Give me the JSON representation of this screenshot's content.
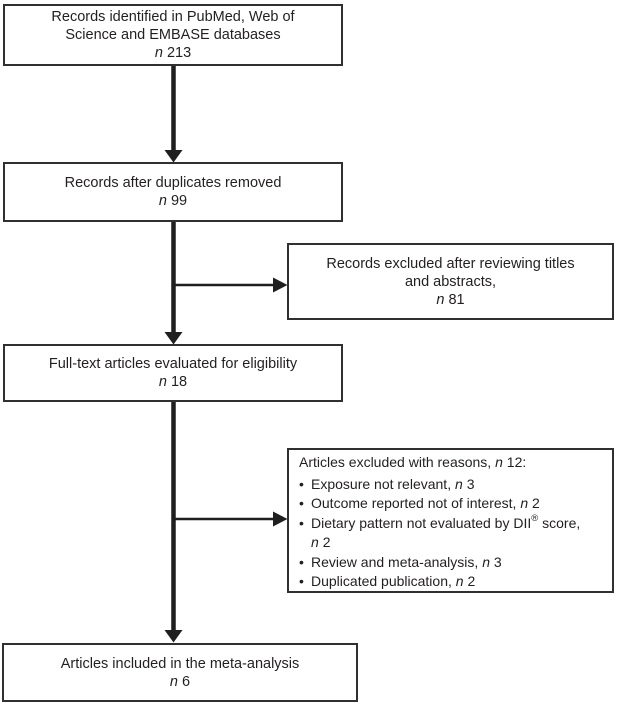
{
  "colors": {
    "box_border": "#303030",
    "connector": "#1f1f1f",
    "text": "#231f20",
    "background": "#ffffff"
  },
  "flowchart": {
    "boxes": {
      "identified": {
        "line1": "Records identified in PubMed, Web of",
        "line2": "Science and EMBASE databases",
        "n_label": "n",
        "n_value": "213"
      },
      "duplicates_removed": {
        "line1": "Records after duplicates removed",
        "n_label": "n",
        "n_value": "99"
      },
      "excluded_titles": {
        "line1": "Records excluded after reviewing titles",
        "line2": "and abstracts,",
        "n_label": "n",
        "n_value": "81"
      },
      "full_text": {
        "line1": "Full-text articles evaluated for eligibility",
        "n_label": "n",
        "n_value": "18"
      },
      "excluded_reasons": {
        "header_text": "Articles excluded with reasons,",
        "header_n_label": "n",
        "header_n_value": "12:",
        "bullet_char": "•",
        "bullets": [
          {
            "text": "Exposure not relevant,",
            "n_label": "n",
            "n_value": "3"
          },
          {
            "text": "Outcome reported not of interest,",
            "n_label": "n",
            "n_value": "2"
          },
          {
            "text_pre": "Dietary pattern not evaluated by DII",
            "sup": "®",
            "text_post": "score,",
            "n_label": "n",
            "n_value": "2"
          },
          {
            "text": "Review and meta-analysis,",
            "n_label": "n",
            "n_value": "3"
          },
          {
            "text": "Duplicated publication,",
            "n_label": "n",
            "n_value": "2"
          }
        ]
      },
      "included": {
        "line1": "Articles included in the meta-analysis",
        "n_label": "n",
        "n_value": "6"
      }
    }
  }
}
